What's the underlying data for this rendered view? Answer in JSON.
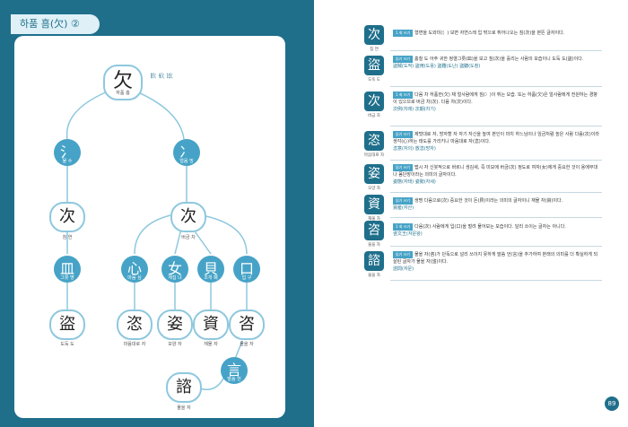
{
  "left_page": {
    "tab_title": "하품 흠(欠) ②",
    "top": {
      "char": "欠",
      "label": "하품 흠",
      "variants": "𣢟 𣢕 𣢋"
    },
    "nodes": [
      {
        "char": "氵",
        "label": "물 수"
      },
      {
        "char": "冫",
        "label": "얼음 빙"
      },
      {
        "char": "次",
        "label": "침 연"
      },
      {
        "char": "次",
        "label": "버금 차"
      },
      {
        "char": "皿",
        "label": "그릇 명"
      },
      {
        "char": "心",
        "label": "마음 심"
      },
      {
        "char": "女",
        "label": "계집 녀"
      },
      {
        "char": "貝",
        "label": "조개 패"
      },
      {
        "char": "口",
        "label": "입 구"
      },
      {
        "char": "盜",
        "label": "도둑 도"
      },
      {
        "char": "恣",
        "label": "마음대로 자"
      },
      {
        "char": "姿",
        "label": "모양 자"
      },
      {
        "char": "資",
        "label": "재물 자"
      },
      {
        "char": "咨",
        "label": "물을 자"
      },
      {
        "char": "言",
        "label": "말씀 언"
      },
      {
        "char": "諮",
        "label": "물을 자"
      }
    ]
  },
  "right_page": {
    "entries": [
      {
        "char": "次",
        "label": "침 연",
        "badge": "1 회 쓰기",
        "text": "형변을 도와미(氵) 보면 자연스레 입 밖으로 튀어나오는 침(次)을 본뜬 글자이다."
      },
      {
        "char": "盜",
        "label": "도둑 도",
        "badge": "읽기 쓰기",
        "text": "훔칠 도 아주 귀한 정렬그릇(皿)을 보고 침(次)을 흘리는 사람의 모습이니 도둑 도(盜)이다.",
        "sub": "盜賊(도적) 盜用(도용) 盜難(도난) 盜聽(도청)"
      },
      {
        "char": "次",
        "label": "버금 차",
        "badge": "1 회 쓰기",
        "text": "다음 차 하품한(欠) 채 얼사람에게 침(冫)이 튀는 모습. 또는 하품(欠)은 얼사람에게 전원하는 경향이 있으므로 버금 차(次). 다음 차(次)이다.",
        "sub": "次例(차례) 次期(차기)"
      },
      {
        "char": "恣",
        "label": "마음대로 자",
        "badge": "읽기 쓰기",
        "text": "제멋대로 자, 방자할 자 자기 자신을 높여 본인이 마치 하느님이나 임금처럼 높은 사람 다음(次)이라 생각(心)하는 태도를 가리키니 마음대로 자(恣)이다.",
        "sub": "恣意(자의) 放恣(방자)"
      },
      {
        "char": "姿",
        "label": "모양 자",
        "badge": "읽기 쓰기",
        "text": "맵시 자 신붓적으로 바르니 생김새, 즉 미모에 버금(次) 정도로 여자(女)에게 중요한 것이 용에무대나 몸단장이라는 의미의 글자이다.",
        "sub": "姿態(자태) 姿勢(자세)"
      },
      {
        "char": "資",
        "label": "재물 자",
        "badge": "읽기 쓰기",
        "text": "생명 다음으로(次) 중요한 것이 돈(貝)이라는 의미의 글자이니 재물 자(資)이다.",
        "sub": "資産(자산)"
      },
      {
        "char": "咨",
        "label": "물을 자",
        "badge": "1 회 쓰기",
        "text": "다음(次) 사람에게 입(口)을 벌려 물어보는 모습이다. 달리 쓰이는 글자는 아니다.",
        "sub": "咨文王(자문왕)"
      },
      {
        "char": "諮",
        "label": "물을 자",
        "badge": "읽기 쓰기",
        "text": "물을 자(咨)가 단독으로 널리 쓰이지 못하게 말씀 언(言)을 추가하여 본래의 의미를 더 확실하게 되살린 글자가 물을 자(諮)이다.",
        "sub": "諮問(자문)"
      }
    ],
    "page_number": "89"
  },
  "colors": {
    "teal": "#1f6f8b",
    "light_teal": "#46a3c7"
  }
}
